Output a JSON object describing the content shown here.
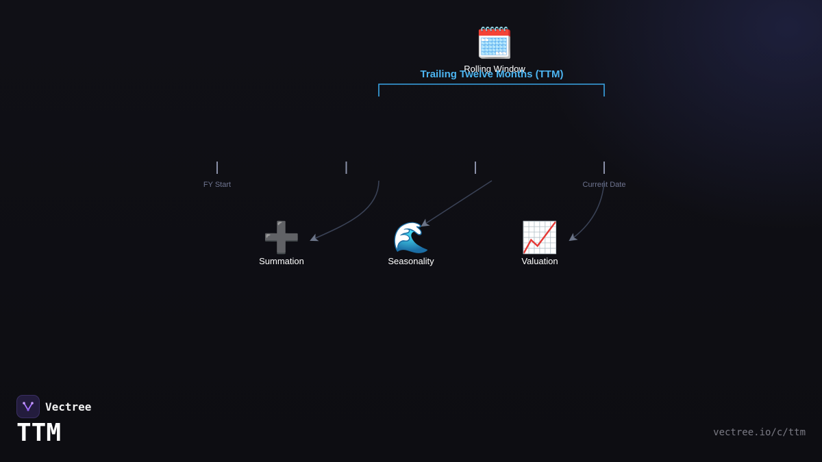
{
  "diagram": {
    "window_icon": "🗓️",
    "window_label": "Rolling Window",
    "ttm_label": "Trailing Twelve Months (TTM)",
    "ticks": [
      {
        "label": "FY Start"
      },
      {
        "label": ""
      },
      {
        "label": ""
      },
      {
        "label": "Current Date"
      }
    ],
    "concepts": [
      {
        "icon": "➕",
        "label": "Summation",
        "icon_name": "plus-icon"
      },
      {
        "icon": "🌊",
        "label": "Seasonality",
        "icon_name": "wave-icon"
      },
      {
        "icon": "📈",
        "label": "Valuation",
        "icon_name": "chart-up-icon"
      }
    ],
    "colors": {
      "bracket": "#3aa6e6",
      "ttm_label": "#4cb4f0",
      "tick": "#8a90a8",
      "tick_label": "#6f7590",
      "arrow": "#3a4256",
      "arrow_head": "#6b7488"
    }
  },
  "brand": {
    "name": "Vectree",
    "logo_icon": "vectree-logo-icon"
  },
  "page": {
    "title": "TTM",
    "url": "vectree.io/c/ttm"
  }
}
